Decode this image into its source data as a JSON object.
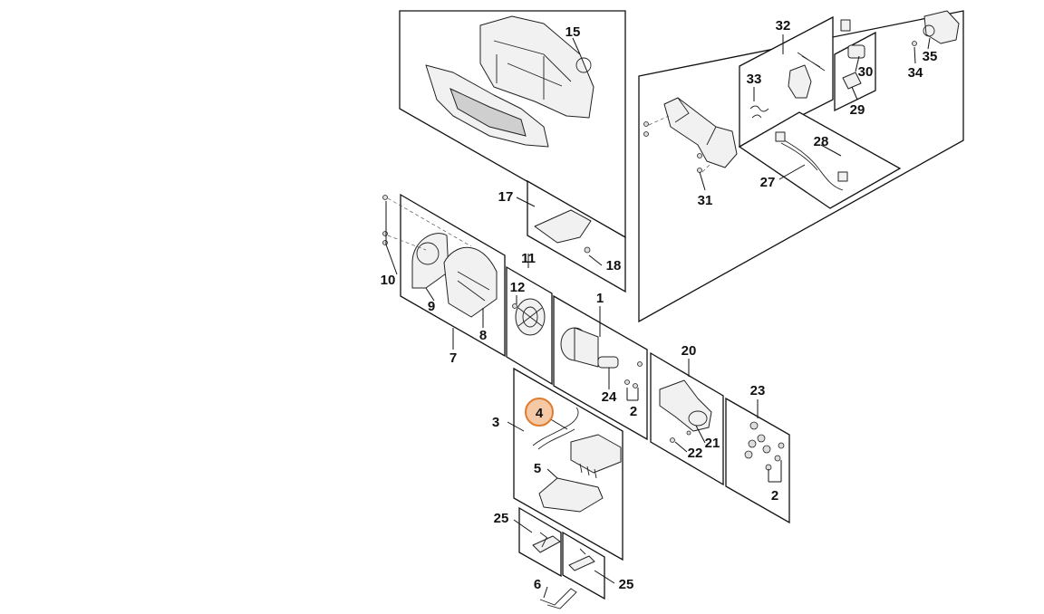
{
  "labels": {
    "p1": "1",
    "p2a": "2",
    "p2b": "2",
    "p3": "3",
    "p4": "4",
    "p5": "5",
    "p6": "6",
    "p7": "7",
    "p8": "8",
    "p9": "9",
    "p10": "10",
    "p11": "11",
    "p12": "12",
    "p15": "15",
    "p17": "17",
    "p18": "18",
    "p20": "20",
    "p21": "21",
    "p22": "22",
    "p23": "23",
    "p24": "24",
    "p25a": "25",
    "p25b": "25",
    "p27": "27",
    "p28": "28",
    "p29": "29",
    "p30": "30",
    "p31": "31",
    "p32": "32",
    "p33": "33",
    "p34": "34",
    "p35": "35"
  },
  "highlighted_part": "4",
  "colors": {
    "highlight_fill": "#f6c9a6",
    "highlight_stroke": "#e07a2e"
  }
}
